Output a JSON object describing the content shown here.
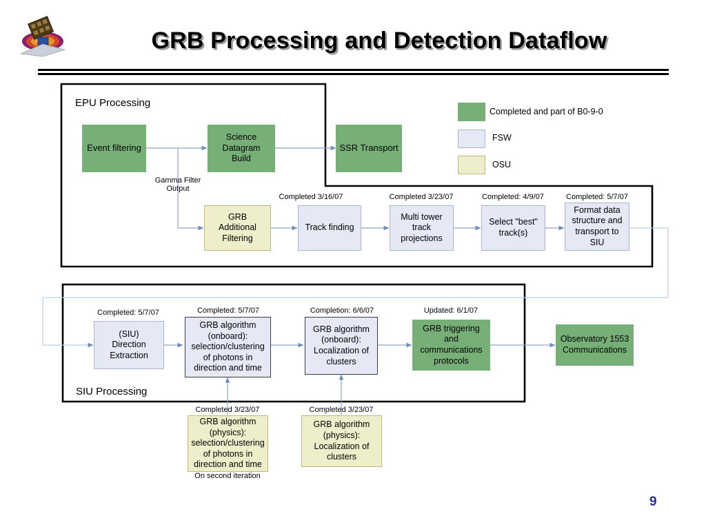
{
  "slide": {
    "title": "GRB Processing and Detection Dataflow",
    "page_number": "9",
    "logo_name": "glast-observatory-logo"
  },
  "legend": {
    "items": [
      {
        "label": "Completed and part of B0-9-0",
        "color": "#76b077",
        "key": "green"
      },
      {
        "label": "FSW",
        "color": "#e4e9f5",
        "key": "fsw"
      },
      {
        "label": "OSU",
        "color": "#eeeecb",
        "key": "osu"
      }
    ]
  },
  "containers": {
    "epu": {
      "label": "EPU Processing"
    },
    "siu": {
      "label": "SIU Processing"
    }
  },
  "nodes": {
    "event_filtering": {
      "label": "Event filtering"
    },
    "science_datagram": {
      "label": "Science\nDatagram\nBuild"
    },
    "ssr_transport": {
      "label": "SSR Transport"
    },
    "grb_additional": {
      "label": "GRB\nAdditional\nFiltering"
    },
    "track_finding": {
      "label": "Track finding",
      "caption": "Completed 3/16/07"
    },
    "multi_tower": {
      "label": "Multi tower\ntrack\nprojections",
      "caption": "Completed 3/23/07"
    },
    "select_best": {
      "label": "Select \"best\"\ntrack(s)",
      "caption": "Completed:  4/9/07"
    },
    "format_data": {
      "label": "Format data\nstructure and\ntransport to\nSIU",
      "caption": "Completed:  5/7/07"
    },
    "siu_direction": {
      "label": "(SIU)\nDirection\nExtraction",
      "caption": "Completed:  5/7/07"
    },
    "grb_onboard_sel": {
      "label": "GRB algorithm\n(onboard):\nselection/clustering\nof photons in\ndirection and time",
      "caption": "Completed:  5/7/07"
    },
    "grb_onboard_loc": {
      "label": "GRB algorithm\n(onboard):\nLocalization of\nclusters",
      "caption": "Completion:  6/6/07"
    },
    "grb_triggering": {
      "label": "GRB triggering\nand\ncommunications\nprotocols",
      "caption": "Updated:  6/1/07"
    },
    "observatory_1553": {
      "label": "Observatory 1553\nCommunications"
    },
    "grb_physics_sel": {
      "label": "GRB algorithm\n(physics):\nselection/clustering\nof photons in\ndirection and time",
      "caption": "Completed  3/23/07",
      "note": "On second iteration"
    },
    "grb_physics_loc": {
      "label": "GRB algorithm\n(physics):\nLocalization of\nclusters",
      "caption": "Completed  3/23/07"
    }
  },
  "edge_labels": {
    "gamma_filter_output": "Gamma Filter\nOutput"
  },
  "colors": {
    "green": "#76b077",
    "fsw": "#e4e9f5",
    "osu": "#eeeecb",
    "connector": "#8ea3c4",
    "page_number": "#2b2b99"
  }
}
